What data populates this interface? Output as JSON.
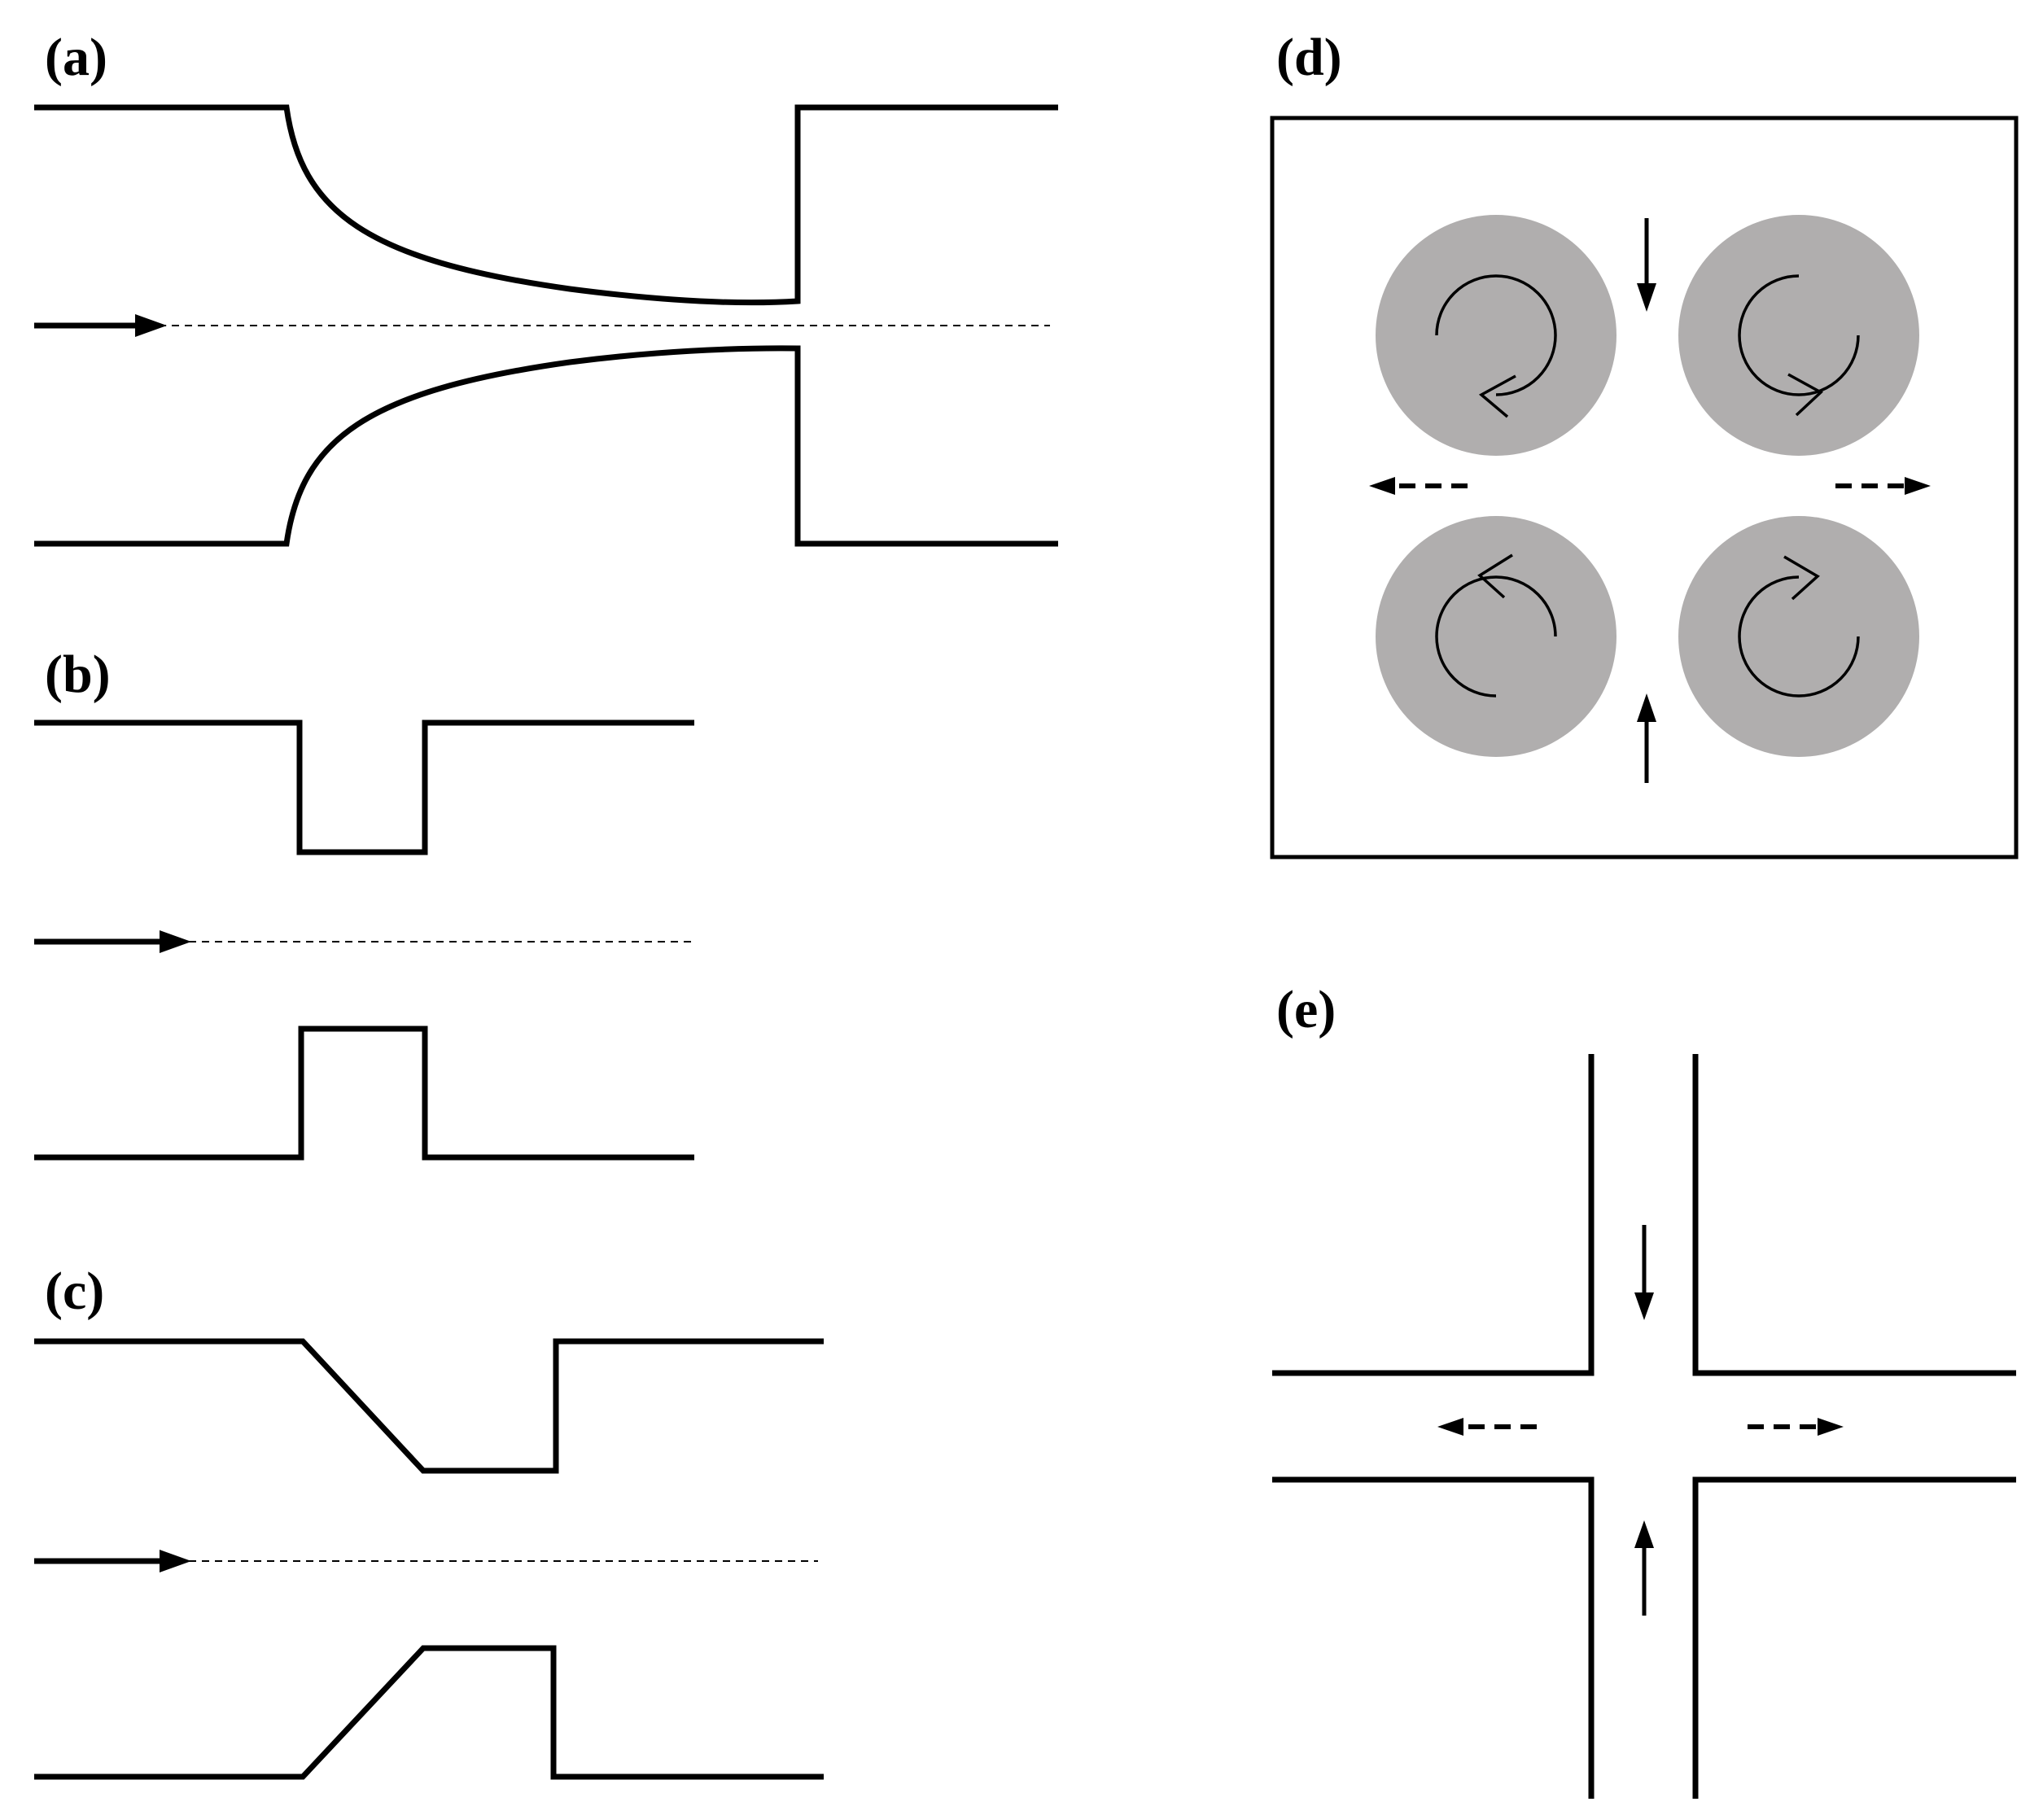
{
  "panels": {
    "a": {
      "label": "(a)",
      "description_shape": "curved-contraction-sudden-expansion"
    },
    "b": {
      "label": "(b)",
      "description_shape": "square-contraction"
    },
    "c": {
      "label": "(c)",
      "description_shape": "tapered-contraction-sudden-expansion"
    },
    "d": {
      "label": "(d)",
      "description_shape": "four-roll-mill"
    },
    "e": {
      "label": "(e)",
      "description_shape": "cross-slot"
    }
  },
  "colors": {
    "line": "#000000",
    "cylinder_fill": "#b0aeae",
    "background": "#ffffff"
  },
  "icons": {
    "inflow": "arrow-right-icon",
    "outflow": "dashed-arrow-icon",
    "rotation_ccw": "rotation-ccw-icon",
    "rotation_cw": "rotation-cw-icon"
  }
}
